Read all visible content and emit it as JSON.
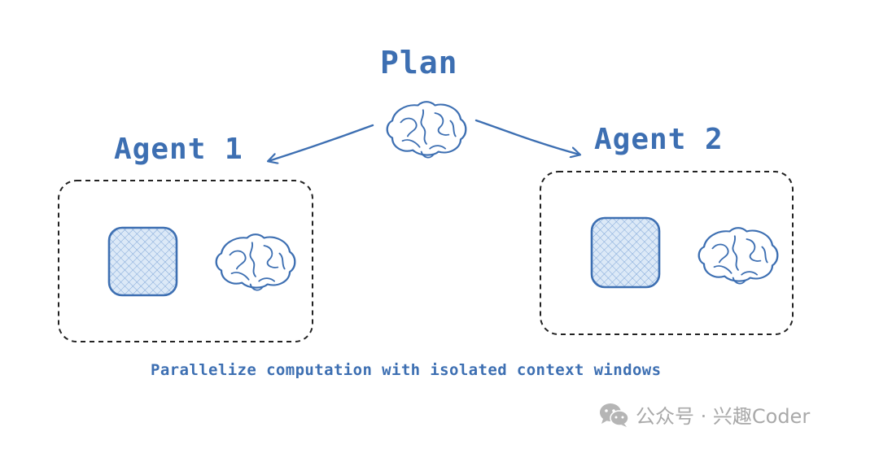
{
  "plan_label": "Plan",
  "agents": [
    {
      "label": "Agent 1"
    },
    {
      "label": "Agent 2"
    }
  ],
  "caption": "Parallelize computation with isolated context windows",
  "watermark": "公众号 · 兴趣Coder",
  "colors": {
    "accent": "#3d6fb2",
    "fill": "#dce9f7",
    "border": "#222222",
    "watermark": "#a9a9a9"
  },
  "icons": [
    "brain-icon",
    "context-window-icon",
    "wechat-icon"
  ]
}
